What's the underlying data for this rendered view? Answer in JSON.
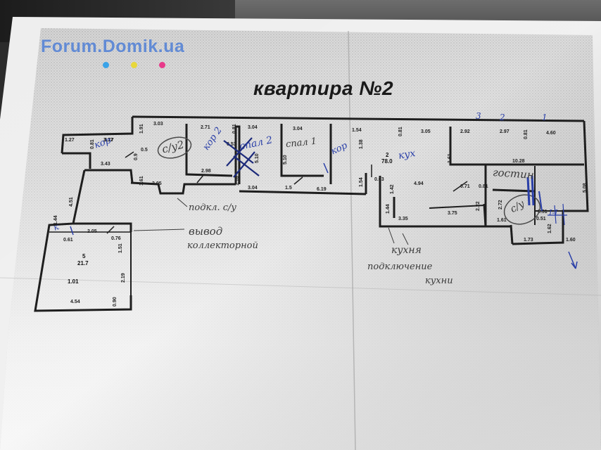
{
  "watermark": {
    "text": "Forum.Domik.ua",
    "color": "#4f7fd6",
    "dot_colors": [
      "#3aa3e8",
      "#e8d83a",
      "#e83a8a"
    ]
  },
  "plan": {
    "title": "квартира №2",
    "dimensions": [
      "1.27",
      "0.81",
      "3.17",
      "3.43",
      "1.91",
      "3.03",
      "0.9",
      "2.71",
      "0.81",
      "3.04",
      "3.04",
      "0.81",
      "3.05",
      "2.92",
      "2.97",
      "1.54",
      "4.60",
      "0.81",
      "1.61",
      "3.05",
      "2.98",
      "0.5",
      "1.16",
      "5.10",
      "5.10",
      "3.04",
      "6.19",
      "1.5",
      "1.38",
      "1.54",
      "0.63",
      "4.94",
      "1.61",
      "2.72",
      "0.81",
      "0.51",
      "1.62",
      "10.28",
      "5.08",
      "1.42",
      "0.71",
      "1.44",
      "2.22",
      "3.75",
      "3.35",
      "1.61",
      "0.51",
      "1.73",
      "1.60",
      "4.51",
      "1.44",
      "0.61",
      "2.05",
      "0.76",
      "1.51",
      "2.19",
      "0.90",
      "4.54",
      "3.17",
      "0.53"
    ],
    "areas": [
      "2",
      "78.0",
      "5",
      "21.7",
      "1.01"
    ],
    "handwritten": [
      "с/у2",
      "кор 2",
      "спал 2",
      "спал 1",
      "кор",
      "кух",
      "гостин",
      "с/у",
      "подкл. с/у",
      "вывод",
      "коллекторной",
      "кухня",
      "подключение",
      "кухни",
      "кор",
      "к",
      "1",
      "2",
      "3",
      "I-I"
    ]
  }
}
